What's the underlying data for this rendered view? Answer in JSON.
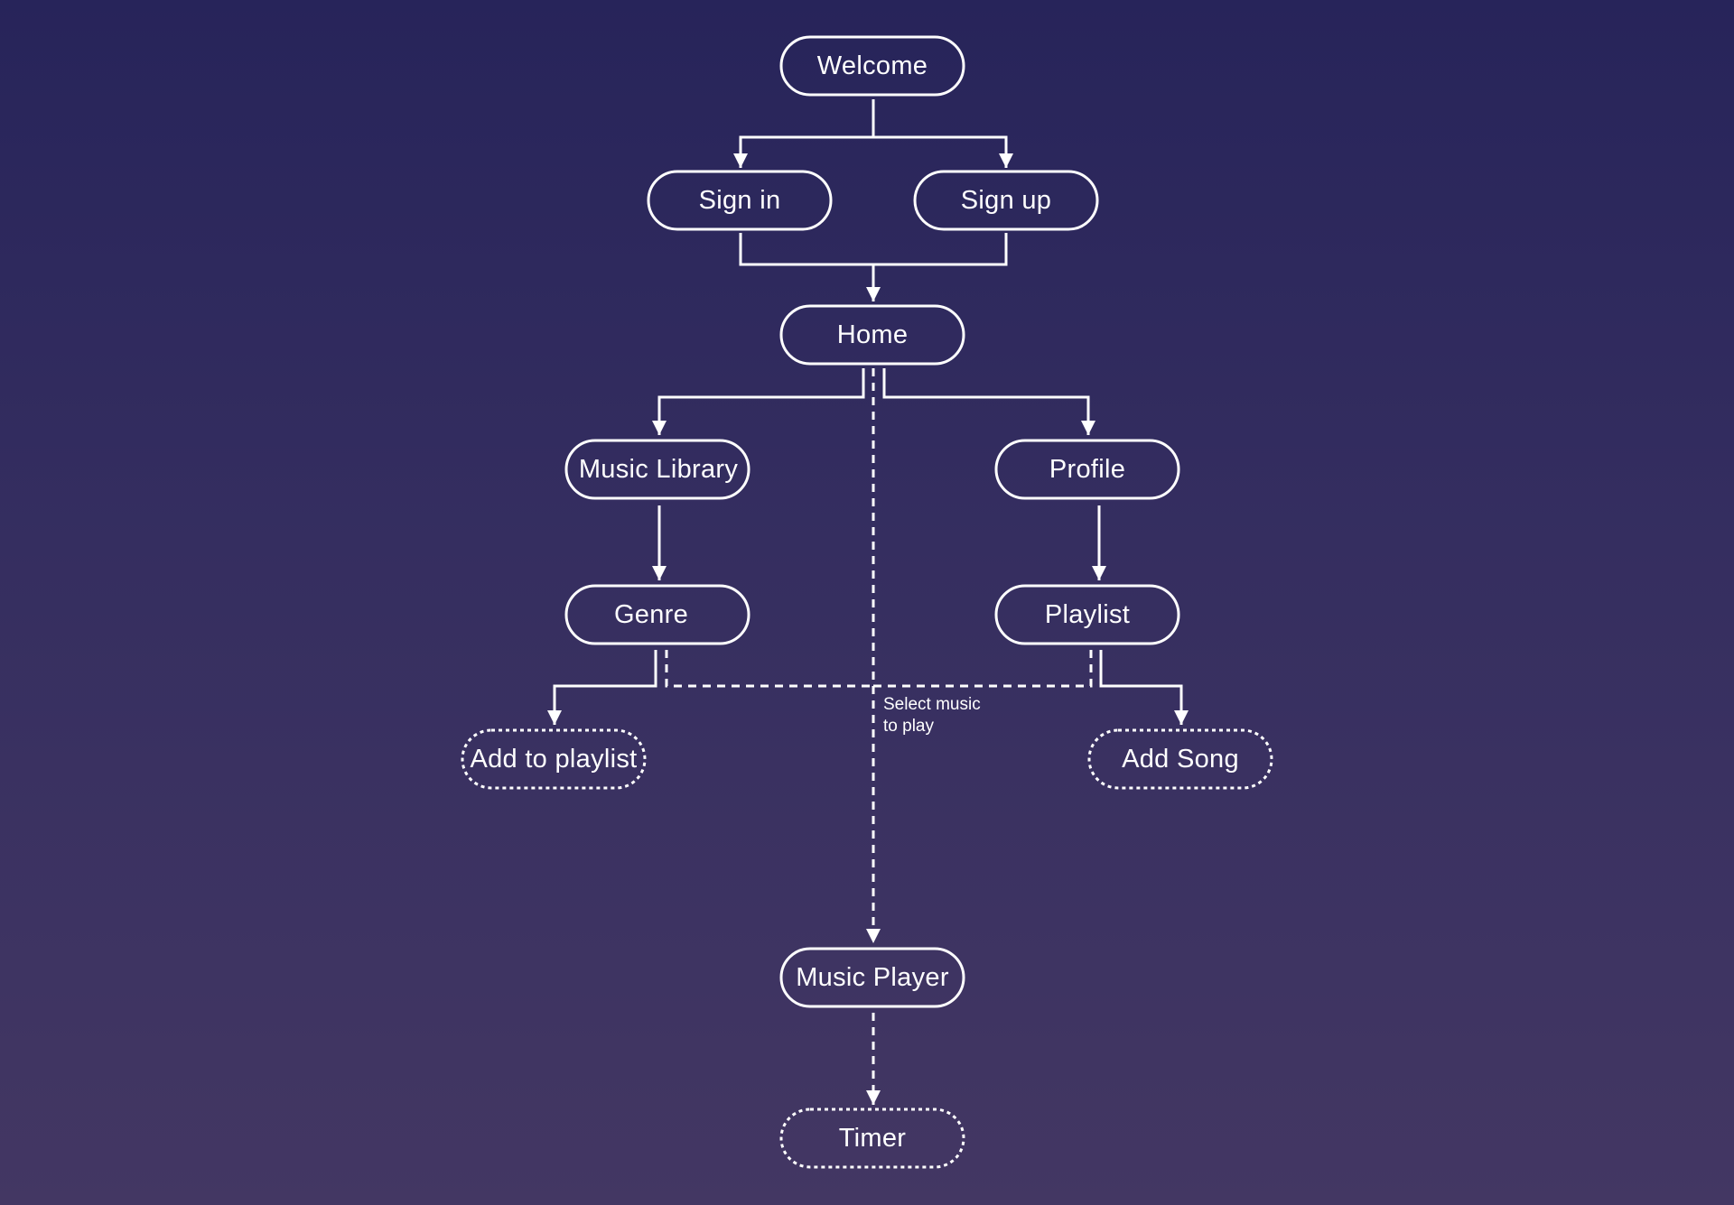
{
  "diagram": {
    "colors": {
      "background_top": "#27245a",
      "background_bottom": "#433763",
      "stroke": "#ffffff",
      "text": "#ffffff"
    },
    "nodes": {
      "welcome": "Welcome",
      "sign_in": "Sign in",
      "sign_up": "Sign up",
      "home": "Home",
      "music_library": "Music Library",
      "profile": "Profile",
      "genre": "Genre",
      "playlist": "Playlist",
      "add_to_playlist": "Add to playlist",
      "add_song": "Add Song",
      "music_player": "Music Player",
      "timer": "Timer"
    },
    "edge_label": {
      "line1": "Select music",
      "line2": "to play"
    }
  }
}
